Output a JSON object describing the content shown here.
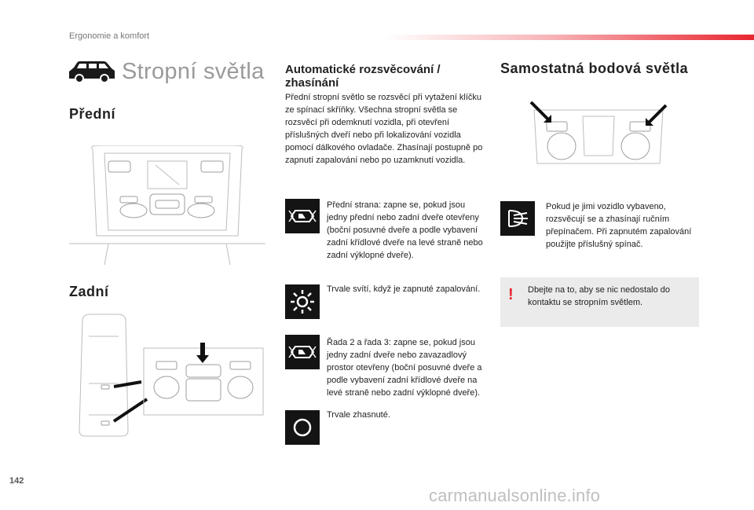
{
  "header": {
    "section": "Ergonomie a komfort"
  },
  "page_number": "142",
  "title": "Stropní světla",
  "front": {
    "title": "Přední"
  },
  "rear": {
    "title": "Zadní"
  },
  "auto": {
    "title": "Automatické rozsvěcování / zhasínání",
    "text": "Přední stropní světlo se rozsvěcí při vytažení klíčku ze spínací skříňky. Všechna stropní světla se rozsvěcí při odemknutí vozidla, při otevření příslušných dveří nebo při lokalizování vozidla pomocí dálkového ovladače. Zhasínají postupně po zapnutí zapalování nebo po uzamknutí vozidla."
  },
  "modes": [
    {
      "icon": "door-light-icon",
      "text": "Přední strana: zapne se, pokud jsou jedny přední nebo zadní dveře otevřeny (boční posuvné dveře a podle vybavení zadní křídlové dveře na levé straně nebo zadní výklopné dveře)."
    },
    {
      "icon": "sun-light-icon",
      "text": "Trvale svítí, když je zapnuté zapalování."
    },
    {
      "icon": "door-light-icon",
      "text": "Řada 2 a řada 3: zapne se, pokud jsou jedny zadní dveře nebo zavazadlový prostor otevřeny (boční posuvné dveře a podle vybavení zadní křídlové dveře na levé straně nebo zadní výklopné dveře)."
    },
    {
      "icon": "off-circle-icon",
      "text": "Trvale zhasnuté."
    }
  ],
  "spot": {
    "title": "Samostatná bodová světla",
    "icon": "spotlight-icon",
    "text": "Pokud je jimi vozidlo vybaveno, rozsvěcují se a zhasínají ručním přepínačem. Při zapnutém zapalování použijte příslušný spínač."
  },
  "note": {
    "mark": "!",
    "text": "Dbejte na to, aby se nic nedostalo do kontaktu se stropním světlem."
  },
  "watermark": "carmanualsonline.info"
}
